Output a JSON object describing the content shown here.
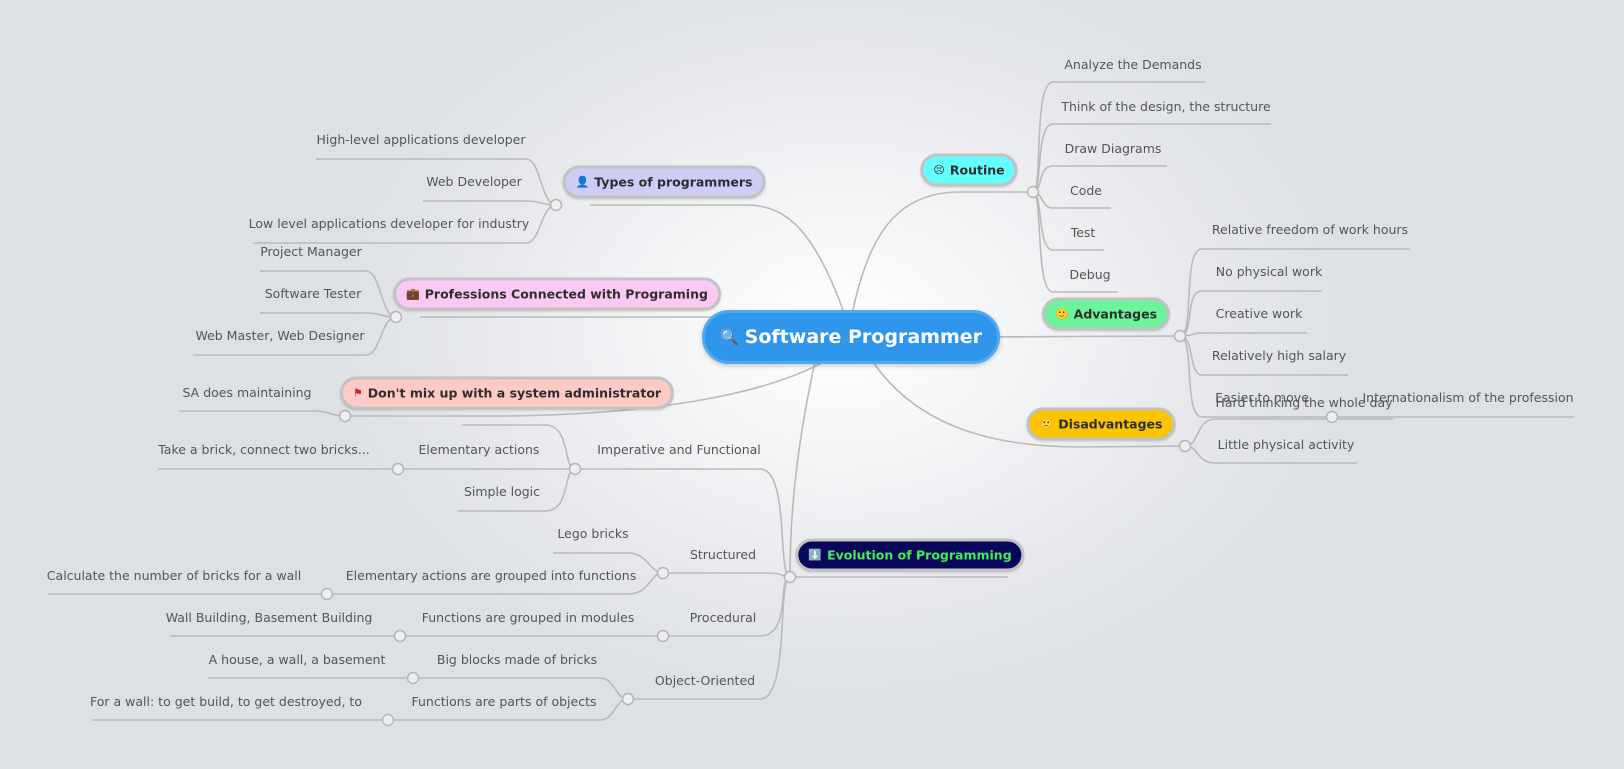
{
  "root": {
    "label": "Software Programmer",
    "icon": "magnifier-icon"
  },
  "colors": {
    "root": "#2f96ec",
    "types": "#cdcdf8",
    "professions": "#fbc9f3",
    "sysadmin": "#fdcac6",
    "routine": "#63fffe",
    "advantages": "#6df39b",
    "disadvantages": "#fdc400",
    "evolution_bg": "#08075b",
    "evolution_text": "#3ef14f",
    "link": "#b9b9b9"
  },
  "branches": {
    "types": {
      "label": "Types of programmers",
      "icon": "person-icon",
      "children": [
        "High-level applications developer",
        "Web Developer",
        "Low level applications developer for industry"
      ]
    },
    "professions": {
      "label": "Professions Connected with Programing",
      "icon": "briefcase-icon",
      "children": [
        "Project Manager",
        "Software Tester",
        "Web Master, Web Designer"
      ]
    },
    "sysadmin": {
      "label": "Don't mix up with a system administrator",
      "icon": "flag-icon",
      "children": [
        "SA does maintaining"
      ]
    },
    "routine": {
      "label": "Routine",
      "icon": "tired-face-icon",
      "children": [
        "Analyze the Demands",
        "Think of the design, the structure",
        "Draw Diagrams",
        "Code",
        "Test",
        "Debug"
      ]
    },
    "advantages": {
      "label": "Advantages",
      "icon": "smile-icon",
      "children": [
        "Relative freedom of work hours",
        "No physical work",
        "Creative work",
        "Relatively high salary",
        "Easier to move"
      ],
      "grandchild": "Internationalism of the profession"
    },
    "disadvantages": {
      "label": "Disadvantages",
      "icon": "frown-icon",
      "children": [
        "Hard thinking the whole day",
        "Little physical activity"
      ]
    },
    "evolution": {
      "label": "Evolution of Programming",
      "icon": "down-arrow-icon",
      "imperative": {
        "label": "Imperative and Functional",
        "children": [
          "Elementary actions",
          "Simple logic"
        ],
        "grandchild": "Take a brick, connect two bricks..."
      },
      "structured": {
        "label": "Structured",
        "children": [
          "Lego bricks",
          "Elementary actions are grouped into functions"
        ],
        "grandchild": "Calculate the number of bricks for a wall"
      },
      "procedural": {
        "label": "Procedural",
        "children": [
          "Functions are grouped in modules"
        ],
        "grandchild": "Wall Building, Basement Building"
      },
      "oo": {
        "label": "Object-Oriented",
        "children": [
          "Big blocks made of bricks",
          "Functions are parts of objects"
        ],
        "grandchildren": [
          "A house, a wall, a basement",
          "For a wall: to get build, to get destroyed, to"
        ]
      }
    }
  }
}
